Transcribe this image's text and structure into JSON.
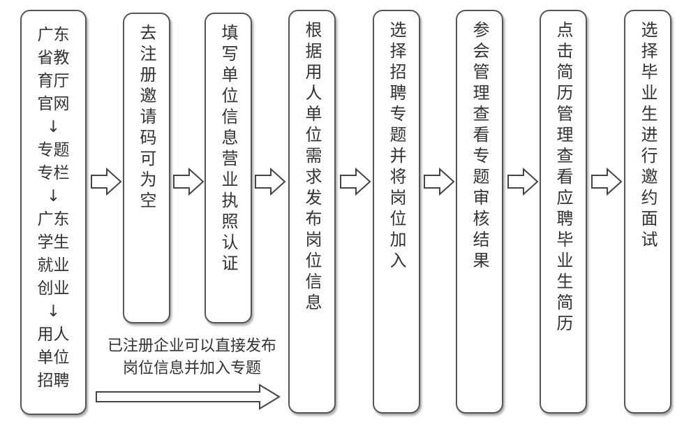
{
  "steps": [
    {
      "text": "广东\n省教\n育厅\n官网\n↓\n专题\n专栏\n↓\n广东\n学生\n就业\n创业\n↓\n用人\n单位\n招聘"
    },
    {
      "text": "去注册邀请码可为空"
    },
    {
      "text": "填写单位信息营业执照认证"
    },
    {
      "text": "根据用人单位需求发布岗位信息"
    },
    {
      "text": "选择招聘专题并将岗位加入"
    },
    {
      "text": "参会管理查看专题审核结果"
    },
    {
      "text": "点击简历管理查看应聘毕业生简历"
    },
    {
      "text": "选择毕业生进行邀约面试"
    }
  ],
  "note": {
    "text": "已注册企业可以直接发布岗位信息并加入专题"
  },
  "colors": {
    "border": "#555555",
    "text": "#333333",
    "arrow_stroke": "#444444",
    "arrow_fill": "#ffffff"
  }
}
